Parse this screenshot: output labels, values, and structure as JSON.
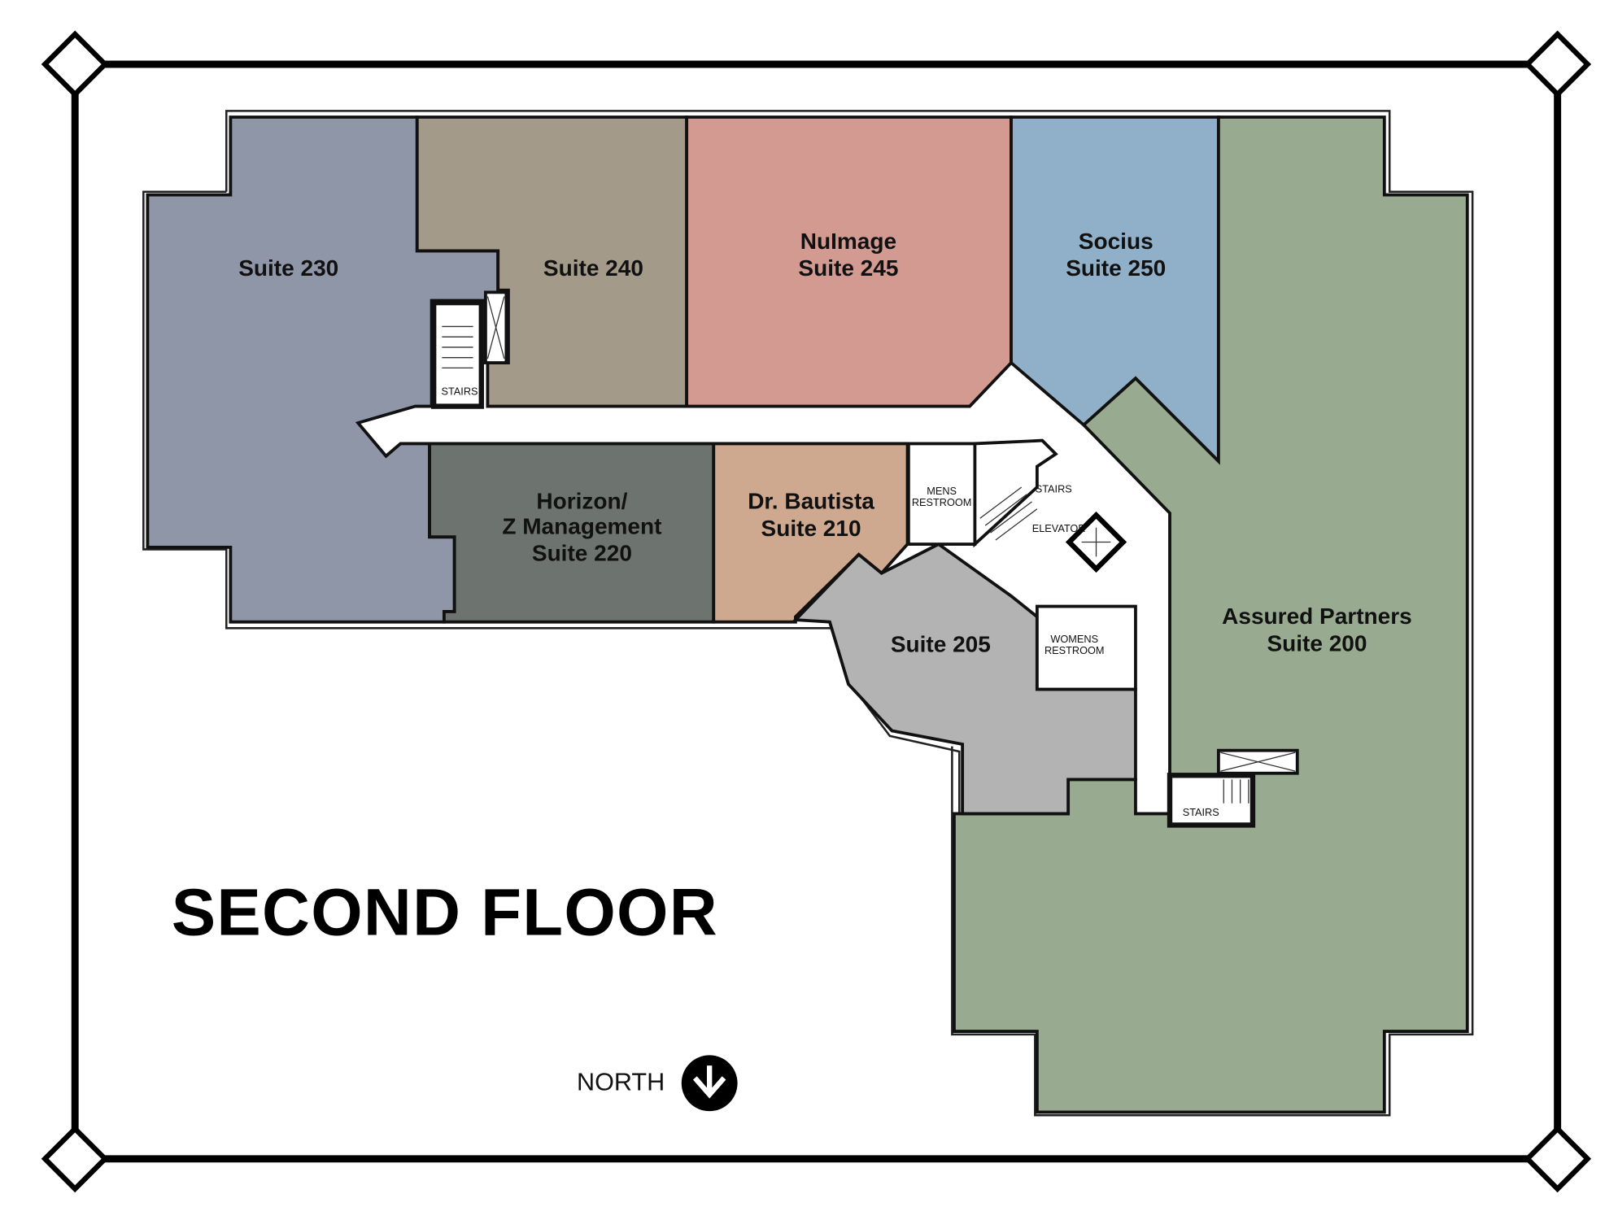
{
  "title": "SECOND FLOOR",
  "north_label": "NORTH",
  "suites": {
    "s230": {
      "lines": [
        "Suite 230"
      ],
      "color": "#8e96a8"
    },
    "s240": {
      "lines": [
        "Suite 240"
      ],
      "color": "#a49a8a"
    },
    "s245": {
      "lines": [
        "NuImage",
        "Suite 245"
      ],
      "color": "#d39a92"
    },
    "s250": {
      "lines": [
        "Socius",
        "Suite 250"
      ],
      "color": "#8fb0c8"
    },
    "s200": {
      "lines": [
        "Assured Partners",
        "Suite 200"
      ],
      "color": "#98ab91"
    },
    "s220": {
      "lines": [
        "Horizon/",
        "Z Management",
        "Suite 220"
      ],
      "color": "#6d736e"
    },
    "s210": {
      "lines": [
        "Dr. Bautista",
        "Suite 210"
      ],
      "color": "#cfa98f"
    },
    "s205": {
      "lines": [
        "Suite 205"
      ],
      "color": "#b3b3b3"
    }
  },
  "facilities": {
    "mens": [
      "MENS",
      "RESTROOM"
    ],
    "womens": [
      "WOMENS",
      "RESTROOM"
    ],
    "stairs_west": "STAIRS",
    "stairs_core": "STAIRS",
    "stairs_east": "STAIRS",
    "elevator": "ELEVATOR"
  }
}
